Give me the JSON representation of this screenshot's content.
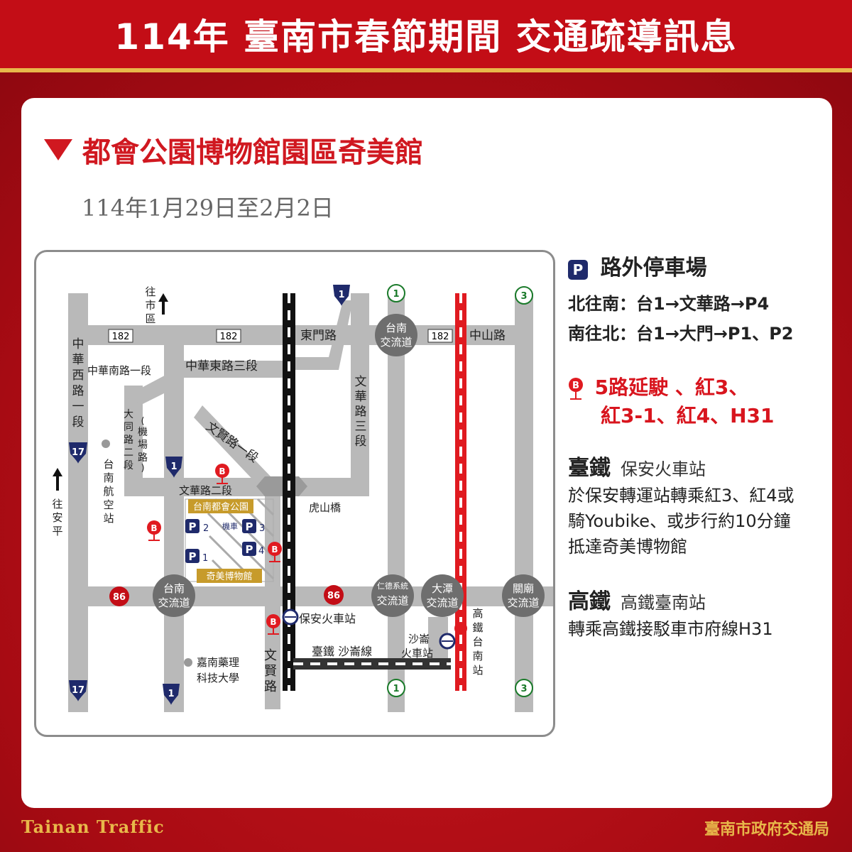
{
  "header": {
    "title": "114年 臺南市春節期間 交通疏導訊息"
  },
  "section": {
    "title": "都會公園博物館園區奇美館",
    "date": "114年1月29日至2月2日"
  },
  "map": {
    "roads": {
      "r182_a": "182",
      "r182_b": "182",
      "r182_c": "182",
      "dongmen": "東門路",
      "zhongshan": "中山路",
      "zhonghua_west": "中華西路一段",
      "zhonghua_south": "中華南路一段",
      "zhonghua_east": "中華東路三段",
      "datong": "大同路二段",
      "airport_paren": "(機場路)",
      "wenxian1": "文賢路一段",
      "wenhua2": "文華路二段",
      "wenhua3": "文華路三段",
      "wenxian": "文賢路",
      "hushan": "虎山橋",
      "to_north": "往市區",
      "to_anping": "往安平",
      "tra_line": "臺鐵 沙崙線"
    },
    "shields": {
      "prov1": "1",
      "nat17": "17",
      "nat86": "86",
      "city1": "1",
      "city3": "3"
    },
    "interchanges": {
      "tainan_n": "台南交流道",
      "tainan_w": "台南交流道",
      "rende": "仁德系統交流道",
      "dadan": "大潭交流道",
      "guanmiao": "關廟交流道"
    },
    "places": {
      "airport": "台南航空站",
      "park": "台南都會公園",
      "chimei": "奇美博物館",
      "baoan": "保安火車站",
      "shalun": "沙崙火車站",
      "hsr": "高鐵台南站",
      "chianan": "嘉南藥理科技大學"
    },
    "parking": {
      "p1": "P",
      "p2": "P",
      "p3": "P",
      "p4": "P",
      "n1": "1",
      "n2": "2",
      "n3": "3",
      "n4": "4",
      "moto": "機車"
    },
    "bus": "B"
  },
  "legend": {
    "parking_badge": "P",
    "parking_title": "路外停車場",
    "north_south": "北往南：台1→文華路→P4",
    "south_north": "南往北：台1→大門→P1、P2",
    "bus_badge": "B",
    "bus_line1": "5路延駛 、紅3、",
    "bus_line2": "紅3-1、紅4、H31",
    "tra_title": "臺鐵",
    "tra_station": "保安火車站",
    "tra_desc1": "於保安轉運站轉乘紅3、紅4或",
    "tra_desc2": "騎Youbike、或步行約10分鐘",
    "tra_desc3": "抵達奇美博物館",
    "hsr_title": "高鐵",
    "hsr_station": "高鐵臺南站",
    "hsr_desc": "轉乘高鐵接駁車市府線H31"
  },
  "footer": {
    "left": "Tainan  Traffic",
    "right": "臺南市政府交通局"
  },
  "colors": {
    "red": "#c30d16",
    "gold": "#e8b84a",
    "road": "#b9b9b9",
    "node": "#6e6e6e",
    "navy": "#1f2a6b"
  }
}
